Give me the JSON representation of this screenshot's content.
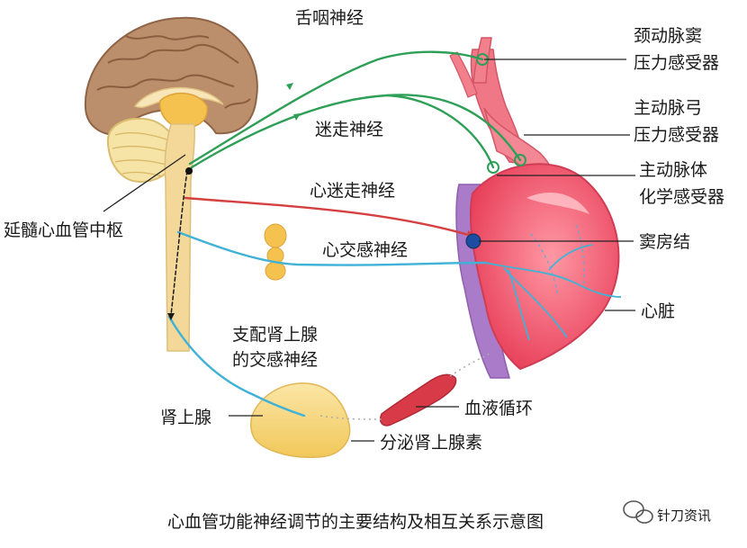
{
  "colors": {
    "glossopharyngeal": "#2e9f57",
    "vagus": "#2e9f57",
    "cardiac_vagus": "#d64040",
    "sympathetic": "#3fb2d6",
    "heart": "#ee4e62",
    "vein": "#a97bc8",
    "adrenal": "#f6d77a",
    "brain_cortex": "#b88c68",
    "brainstem": "#f3d89a"
  },
  "labels": {
    "glossopharyngeal": "舌咽神经",
    "vagus": "迷走神经",
    "carotid_line1": "颈动脉窦",
    "carotid_line2": "压力感受器",
    "aortic_arch_line1": "主动脉弓",
    "aortic_arch_line2": "压力感受器",
    "aortic_body_line1": "主动脉体",
    "aortic_body_line2": "化学感受器",
    "cardiac_vagus": "心迷走神经",
    "medulla_center": "延髓心血管中枢",
    "sinoatrial": "窦房结",
    "cardiac_sympathetic": "心交感神经",
    "heart": "心脏",
    "adrenal_nerve_line1": "支配肾上腺",
    "adrenal_nerve_line2": "的交感神经",
    "adrenal": "肾上腺",
    "circulation": "血液循环",
    "epinephrine": "分泌肾上腺素"
  },
  "caption": "心血管功能神经调节的主要结构及相互关系示意图",
  "watermark": "针刀资讯",
  "icons": {
    "watermark": "wechat-icon"
  }
}
